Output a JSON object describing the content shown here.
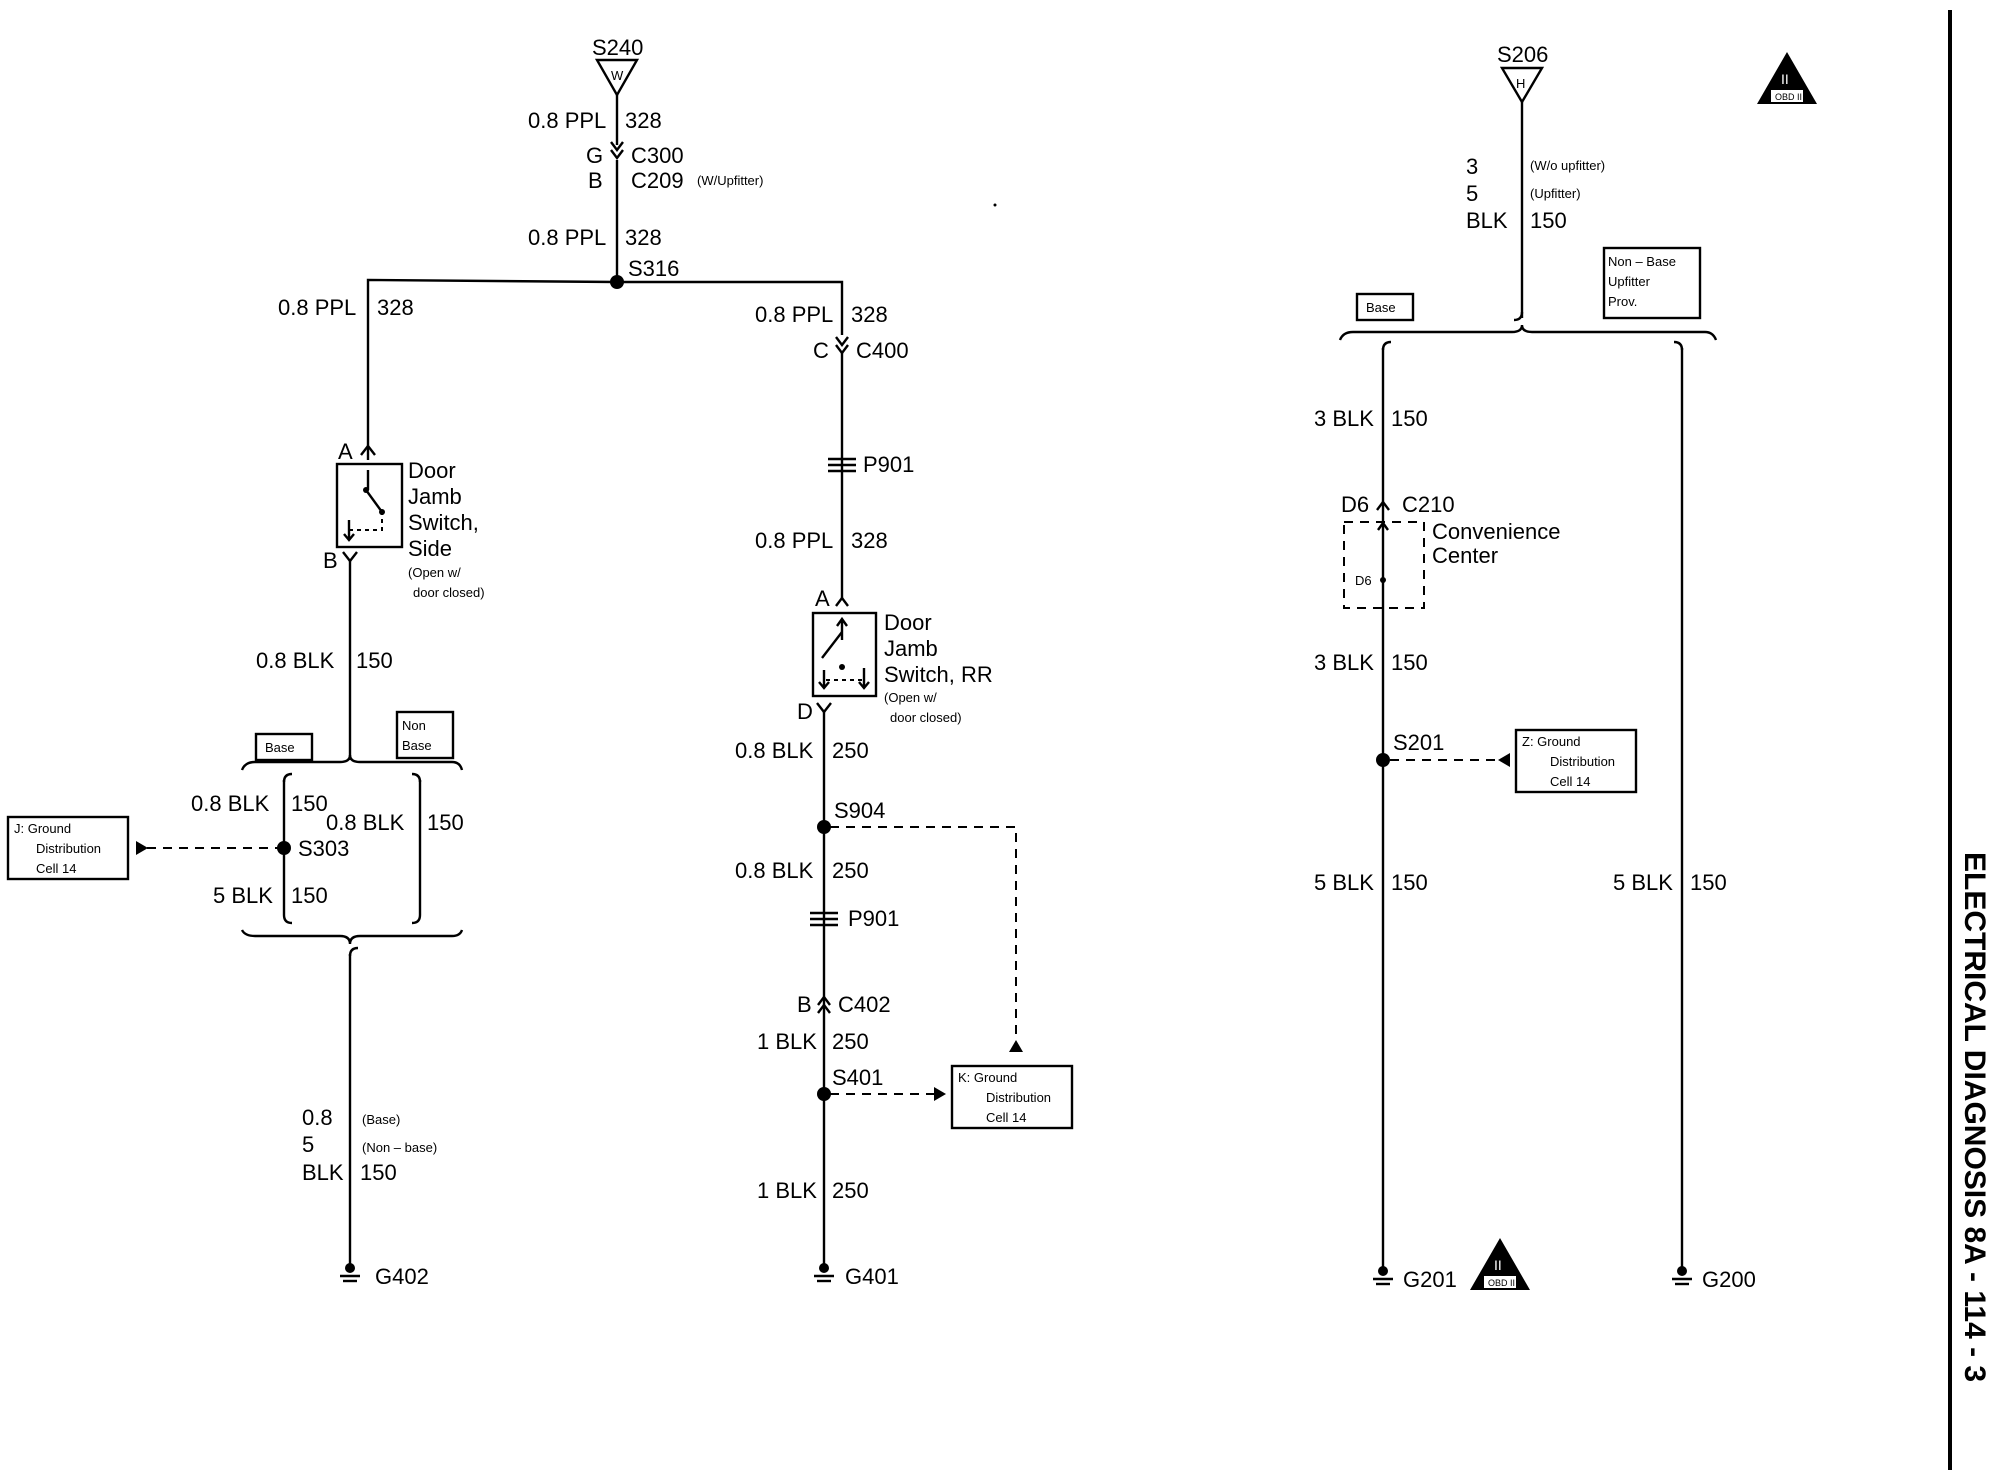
{
  "splices": {
    "s240": "S240",
    "s240_pin": "W",
    "s206": "S206",
    "s206_pin": "H",
    "s316": "S316",
    "s303": "S303",
    "s904": "S904",
    "s401": "S401",
    "s201": "S201"
  },
  "connectors": {
    "c300_pin": "G",
    "c300": "C300",
    "c209_pin": "B",
    "c209": "C209",
    "c209_note": "(W/Upfitter)",
    "c400_pin": "C",
    "c400": "C400",
    "c402_pin": "B",
    "c402": "C402",
    "c210_pin": "D6",
    "c210": "C210",
    "p901": "P901"
  },
  "wires": {
    "ppl": "0.8 PPL",
    "c328": "328",
    "blk08": "0.8 BLK",
    "c150": "150",
    "blk5": "5 BLK",
    "blk3": "3 BLK",
    "c250": "250",
    "blk1": "1 BLK",
    "g402_size1": "0.8",
    "g402_size1_note": "(Base)",
    "g402_size2": "5",
    "g402_size2_note": "(Non – base)",
    "blk": "BLK",
    "s206_size1": "3",
    "s206_size1_note": "(W/o upfitter)",
    "s206_size2": "5",
    "s206_size2_note": "(Upfitter)"
  },
  "components": {
    "side_switch": [
      "Door",
      "Jamb",
      "Switch,",
      "Side"
    ],
    "side_switch_note": [
      "(Open w/",
      "door closed)"
    ],
    "side_pin_a": "A",
    "side_pin_b": "B",
    "rr_switch": [
      "Door",
      "Jamb",
      "Switch, RR"
    ],
    "rr_switch_note": [
      "(Open w/",
      "door closed)"
    ],
    "rr_pin_a": "A",
    "rr_pin_d": "D",
    "convenience": [
      "Convenience",
      "Center"
    ],
    "convenience_pin": "D6"
  },
  "options": {
    "base": "Base",
    "non_base": [
      "Non",
      "Base"
    ],
    "non_base_upfitter": [
      "Non – Base",
      "Upfitter",
      "Prov."
    ]
  },
  "references": {
    "j": [
      "J: Ground",
      "Distribution",
      "Cell 14"
    ],
    "k": [
      "K: Ground",
      "Distribution",
      "Cell 14"
    ],
    "z": [
      "Z: Ground",
      "Distribution",
      "Cell 14"
    ]
  },
  "grounds": {
    "g402": "G402",
    "g401": "G401",
    "g201": "G201",
    "g200": "G200"
  },
  "obd": {
    "roman": "II",
    "label": "OBD II"
  },
  "sidebar": {
    "title": "ELECTRICAL DIAGNOSIS 8A - 114 - 3"
  }
}
